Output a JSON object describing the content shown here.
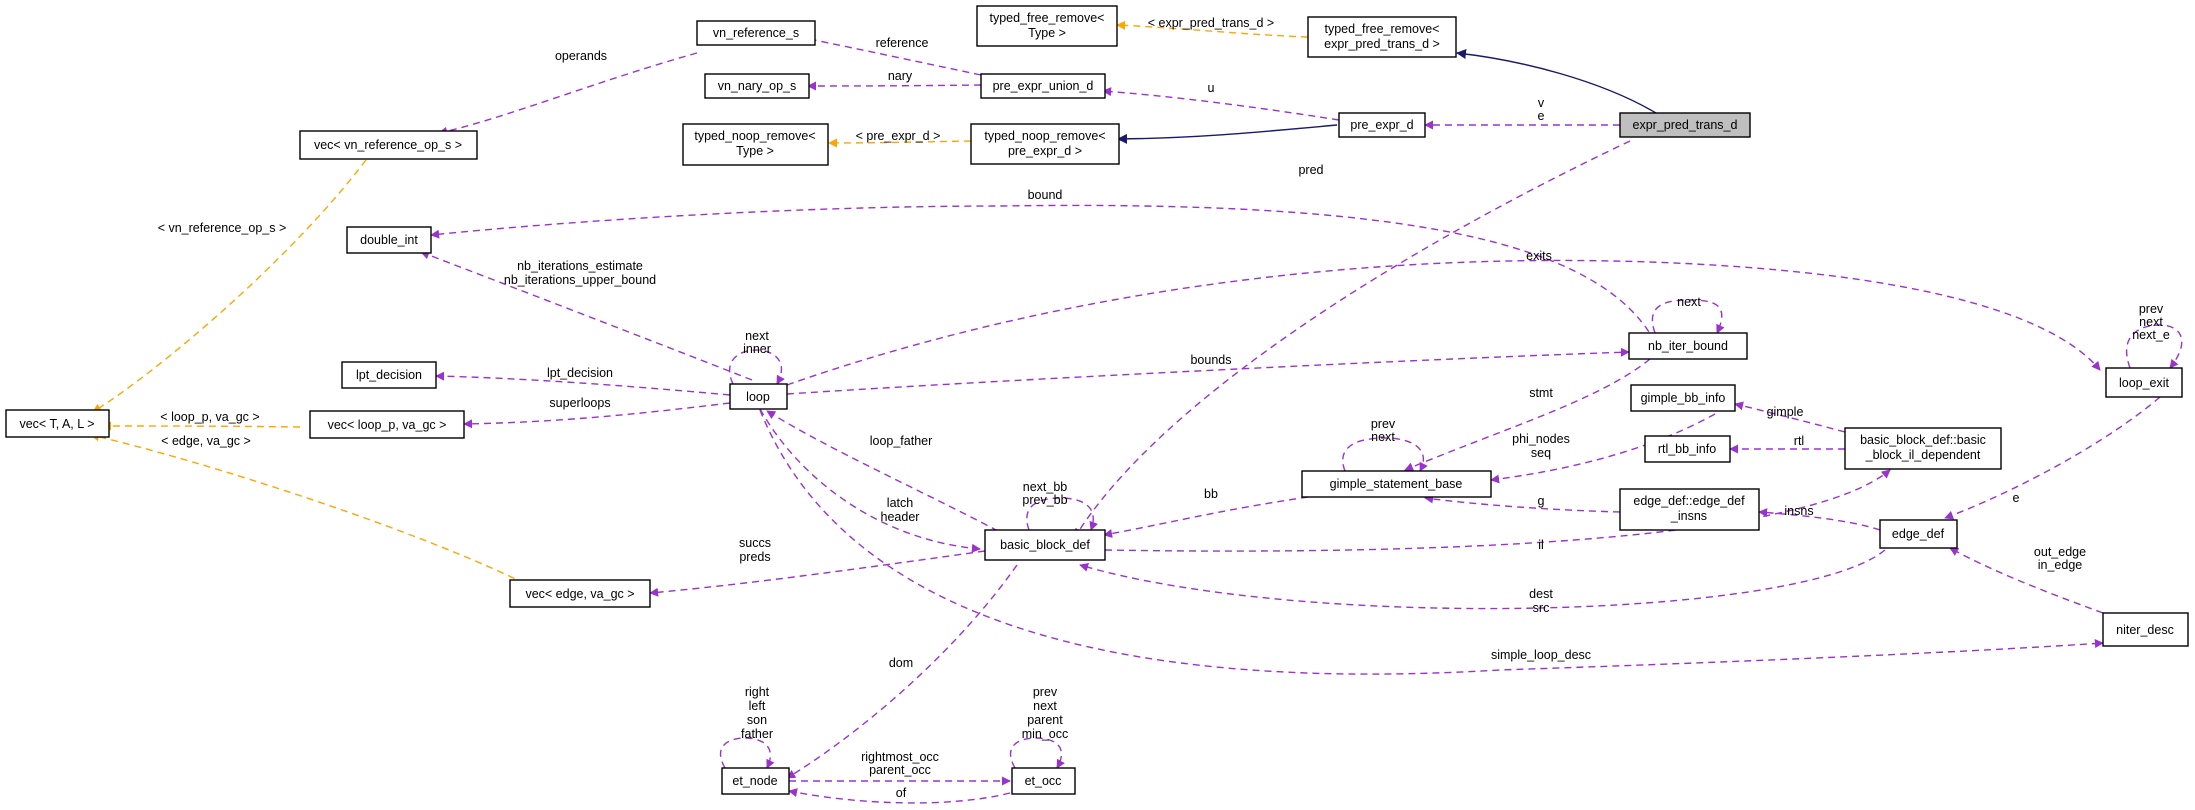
{
  "colors": {
    "member_edge": "#9a32cd",
    "template_edge": "#ffa500",
    "inherit_edge": "#191970",
    "highlight_node_fill": "#bfbfbf",
    "node_border": "#000000"
  },
  "nodes": {
    "expr_pred_trans_d": [
      "expr_pred_trans_d"
    ],
    "typed_free_remove_expr": [
      "typed_free_remove<",
      "expr_pred_trans_d >"
    ],
    "typed_free_remove_type": [
      "typed_free_remove<",
      "Type >"
    ],
    "vn_reference_s": [
      "vn_reference_s"
    ],
    "vn_nary_op_s": [
      "vn_nary_op_s"
    ],
    "pre_expr_union_d": [
      "pre_expr_union_d"
    ],
    "pre_expr_d": [
      "pre_expr_d"
    ],
    "typed_noop_remove_type": [
      "typed_noop_remove<",
      "Type >"
    ],
    "typed_noop_remove_pre": [
      "typed_noop_remove<",
      "pre_expr_d >"
    ],
    "vec_vn_reference": [
      "vec< vn_reference_op_s >"
    ],
    "double_int": [
      "double_int"
    ],
    "lpt_decision": [
      "lpt_decision"
    ],
    "vec_t_a_l": [
      "vec< T, A, L >"
    ],
    "vec_loop_p": [
      "vec< loop_p, va_gc >"
    ],
    "loop": [
      "loop"
    ],
    "nb_iter_bound": [
      "nb_iter_bound"
    ],
    "gimple_bb_info": [
      "gimple_bb_info"
    ],
    "rtl_bb_info": [
      "rtl_bb_info"
    ],
    "basic_block_il": [
      "basic_block_def::basic",
      "_block_il_dependent"
    ],
    "gimple_statement_base": [
      "gimple_statement_base"
    ],
    "edge_def_insns": [
      "edge_def::edge_def",
      "_insns"
    ],
    "edge_def": [
      "edge_def"
    ],
    "basic_block_def": [
      "basic_block_def"
    ],
    "vec_edge": [
      "vec< edge, va_gc >"
    ],
    "loop_exit": [
      "loop_exit"
    ],
    "niter_desc": [
      "niter_desc"
    ],
    "et_node": [
      "et_node"
    ],
    "et_occ": [
      "et_occ"
    ]
  },
  "edge_labels": {
    "expr_pred_trans_d_tmpl": [
      "< expr_pred_trans_d >"
    ],
    "reference": [
      "reference"
    ],
    "nary": [
      "nary"
    ],
    "operands": [
      "operands"
    ],
    "u": [
      "u"
    ],
    "ve": [
      "v",
      "e"
    ],
    "pre_expr_d_tmpl": [
      "< pre_expr_d >"
    ],
    "pred": [
      "pred"
    ],
    "bound": [
      "bound"
    ],
    "vn_reference_op_tmpl": [
      "< vn_reference_op_s >"
    ],
    "nb_iterations": [
      "nb_iterations_estimate",
      "nb_iterations_upper_bound"
    ],
    "exits": [
      "exits"
    ],
    "next_nb": [
      "next"
    ],
    "prev_next_next_e": [
      "prev",
      "next",
      "next_e"
    ],
    "next_inner": [
      "next",
      "inner"
    ],
    "lpt_decision": [
      "lpt_decision"
    ],
    "bounds": [
      "bounds"
    ],
    "superloops": [
      "superloops"
    ],
    "loop_p_tmpl": [
      "< loop_p, va_gc >"
    ],
    "edge_tmpl": [
      "< edge, va_gc >"
    ],
    "stmt": [
      "stmt"
    ],
    "gimple": [
      "gimple"
    ],
    "prev_next_gsb": [
      "prev",
      "next"
    ],
    "phi_nodes_seq": [
      "phi_nodes",
      "seq"
    ],
    "rtl": [
      "rtl"
    ],
    "loop_father": [
      "loop_father"
    ],
    "next_bb_prev_bb": [
      "next_bb",
      "prev_bb"
    ],
    "e": [
      "e"
    ],
    "latch_header": [
      "latch",
      "header"
    ],
    "bb": [
      "bb"
    ],
    "g": [
      "g"
    ],
    "insns": [
      "insns"
    ],
    "succs_preds": [
      "succs",
      "preds"
    ],
    "il": [
      "il"
    ],
    "out_in_edge": [
      "out_edge",
      "in_edge"
    ],
    "dest_src": [
      "dest",
      "src"
    ],
    "simple_loop_desc": [
      "simple_loop_desc"
    ],
    "dom": [
      "dom"
    ],
    "tree_links": [
      "right",
      "left",
      "son",
      "father"
    ],
    "occ_links": [
      "prev",
      "next",
      "parent",
      "min_occ"
    ],
    "rightmost_parent_occ": [
      "rightmost_occ",
      "parent_occ"
    ],
    "of": [
      "of"
    ]
  }
}
